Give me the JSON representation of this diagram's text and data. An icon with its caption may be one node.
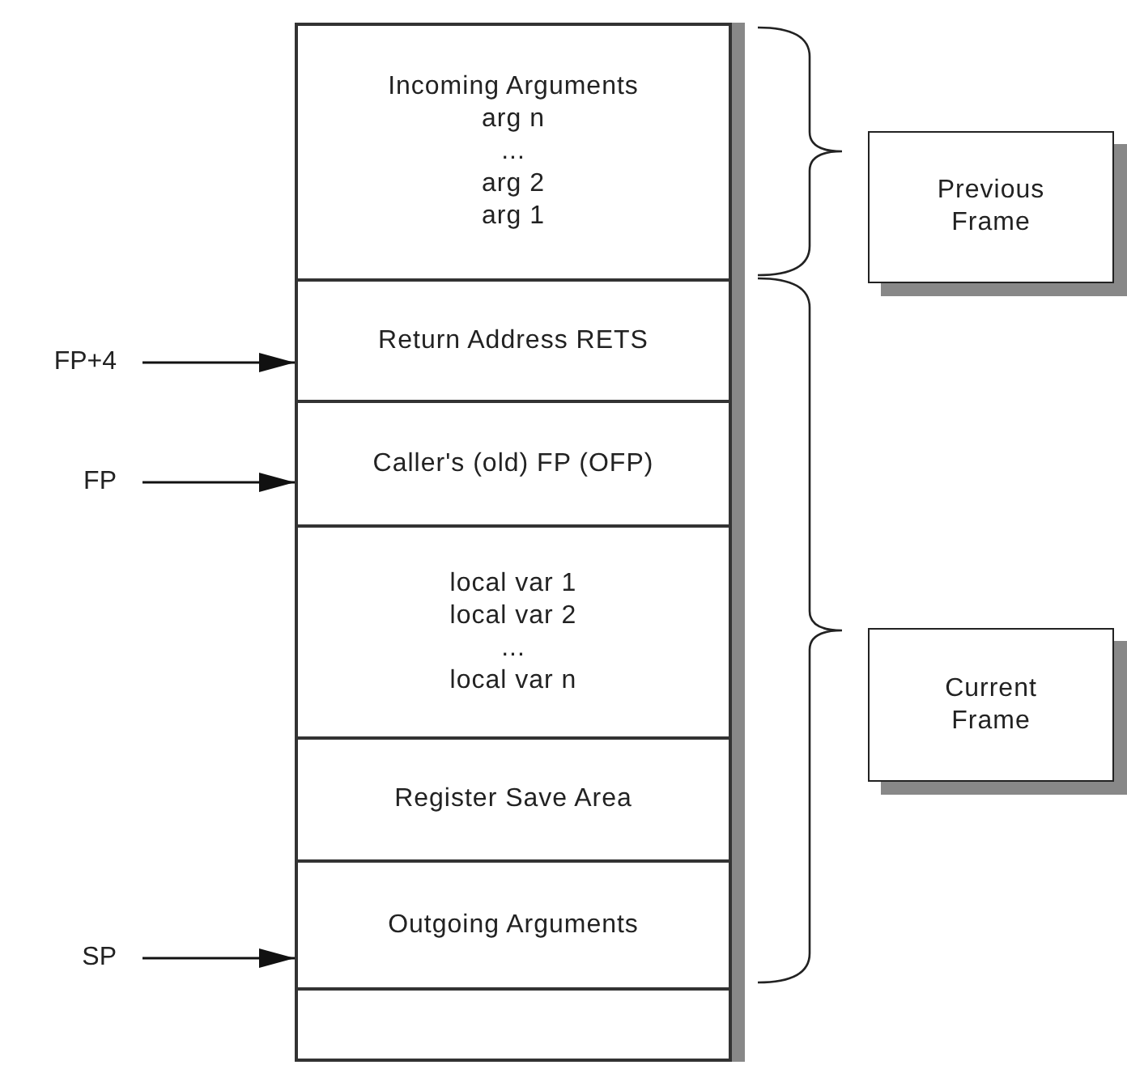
{
  "diagram": {
    "nodes": [
      {
        "text": [
          "Incoming Arguments",
          "arg n",
          "...",
          "arg 2",
          "arg 1"
        ]
      },
      {
        "text": [
          "Return Address RETS"
        ]
      },
      {
        "text": [
          "Caller's (old) FP (OFP)"
        ]
      },
      {
        "text": [
          "local var 1",
          "local var 2",
          "...",
          "local var n"
        ]
      },
      {
        "text": [
          "Register Save Area"
        ]
      },
      {
        "text": [
          "Outgoing Arguments"
        ]
      },
      {
        "text": [],
        "shape": "box"
      },
      {
        "text": [
          "Previous Frame"
        ]
      },
      {
        "text": [
          "Current Frame"
        ]
      },
      {
        "text": [
          "FP+4"
        ]
      },
      {
        "text": [
          "FP"
        ]
      },
      {
        "text": [
          "SP"
        ]
      }
    ],
    "edges": [
      {
        "from": 9,
        "to": 1,
        "arrow": "to"
      },
      {
        "from": 10,
        "to": 2,
        "arrow": "to"
      },
      {
        "from": 11,
        "to": 5,
        "arrow": "to"
      }
    ]
  }
}
